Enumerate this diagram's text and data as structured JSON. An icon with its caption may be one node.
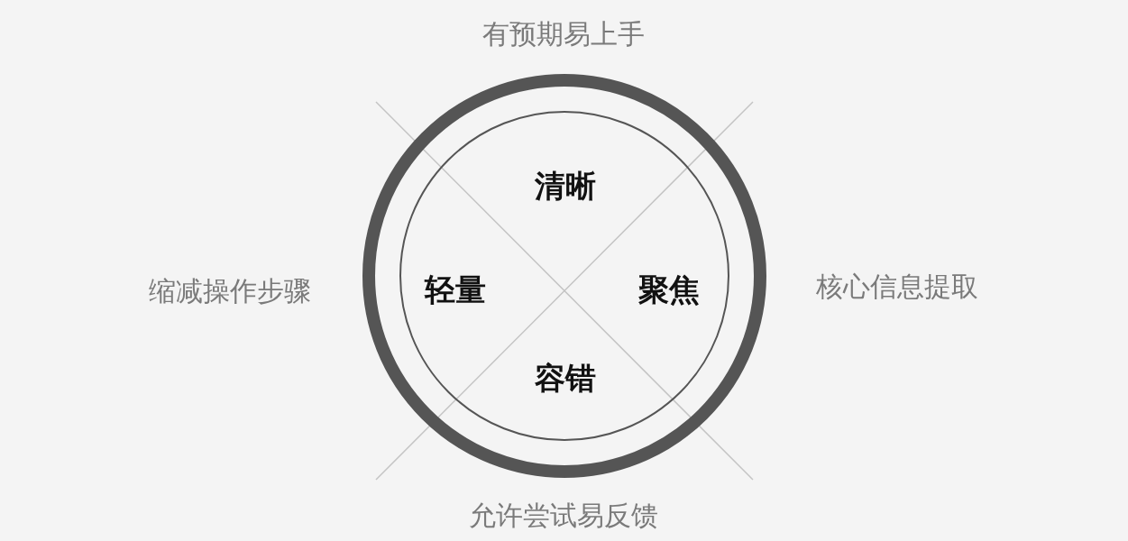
{
  "diagram": {
    "nodes": [
      {
        "text": [],
        "shape": "circle"
      },
      {
        "text": [
          "清晰",
          "轻量",
          "聚焦",
          "容错"
        ],
        "in": 0
      }
    ],
    "labels": [
      "有预期易上手",
      "缩减操作步骤",
      "核心信息提取",
      "允许尝试易反馈"
    ]
  }
}
